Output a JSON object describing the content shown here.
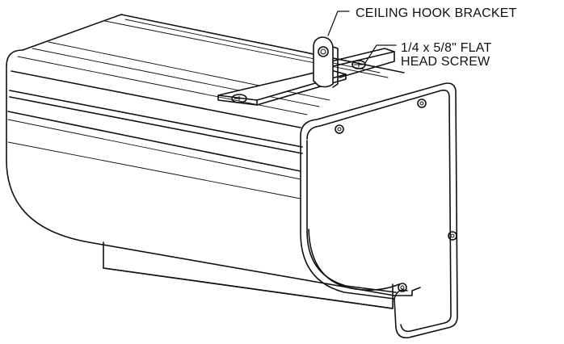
{
  "callouts": {
    "ceiling_hook_bracket": "CEILING HOOK BRACKET",
    "flat_head_screw_line1": "1/4 x 5/8\" FLAT",
    "flat_head_screw_line2": "HEAD SCREW"
  }
}
